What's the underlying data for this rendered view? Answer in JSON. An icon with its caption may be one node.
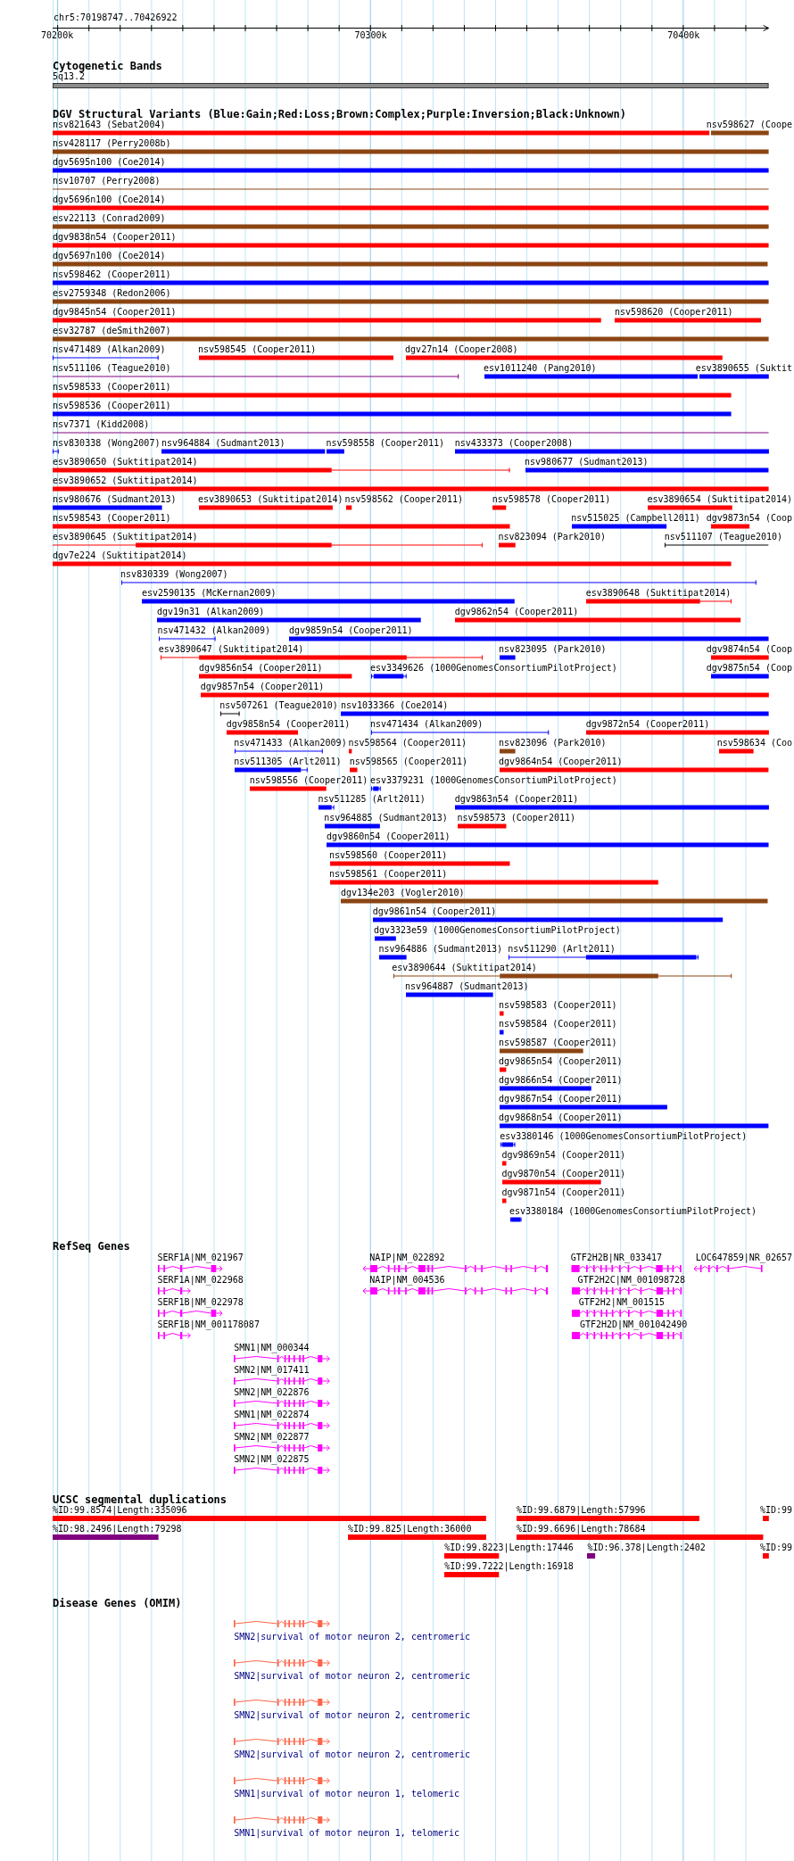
{
  "diagram": {
    "title": "chr5:70198747..70426922",
    "nodes": [
      {
        "text": [
          "5q13.2"
        ]
      },
      {
        "text": [
          "nsv821643 (Sebat2004)"
        ]
      },
      {
        "text": [
          "nsv598627 (Coope"
        ]
      },
      {
        "text": [
          "nsv428117 (Perry2008b)"
        ]
      },
      {
        "text": [
          "dgv5695n100 (Coe2014)"
        ]
      },
      {
        "text": [
          "nsv10707 (Perry2008)"
        ]
      },
      {
        "text": [
          "dgv5696n100 (Coe2014)"
        ]
      },
      {
        "text": [
          "esv22113 (Conrad2009)"
        ]
      },
      {
        "text": [
          "dgv9838n54 (Cooper2011)"
        ]
      },
      {
        "text": [
          "dgv5697n100 (Coe2014)"
        ]
      },
      {
        "text": [
          "nsv598462 (Cooper2011)"
        ]
      },
      {
        "text": [
          "esv2759348 (Redon2006)"
        ]
      },
      {
        "text": [
          "dgv9845n54 (Cooper2011)"
        ]
      },
      {
        "text": [
          "nsv598620 (Cooper2011)"
        ]
      },
      {
        "text": [
          "esv32787 (deSmith2007)"
        ]
      },
      {
        "text": [
          "nsv471489 (Alkan2009)"
        ]
      },
      {
        "text": [
          "nsv598545 (Cooper2011)"
        ]
      },
      {
        "text": [
          "dgv27n14 (Cooper2008)"
        ]
      },
      {
        "text": [
          "nsv511106 (Teague2010)"
        ]
      },
      {
        "text": [
          "esv1011240 (Pang2010)"
        ]
      },
      {
        "text": [
          "esv3890655 (Suktit"
        ]
      },
      {
        "text": [
          "nsv598533 (Cooper2011)"
        ]
      },
      {
        "text": [
          "nsv598536 (Cooper2011)"
        ]
      },
      {
        "text": [
          "nsv7371 (Kidd2008)"
        ]
      },
      {
        "text": [
          "nsv830338 (Wong2007)"
        ]
      },
      {
        "text": [
          "nsv964884 (Sudmant2013)"
        ]
      },
      {
        "text": [
          "nsv598558 (Cooper2011)"
        ]
      },
      {
        "text": [
          "nsv433373 (Cooper2008)"
        ]
      },
      {
        "text": [
          "esv3890650 (Suktitipat2014)"
        ]
      },
      {
        "text": [
          "nsv980677 (Sudmant2013)"
        ]
      },
      {
        "text": [
          "esv3890652 (Suktitipat2014)"
        ]
      },
      {
        "text": [
          "nsv980676 (Sudmant2013)"
        ]
      },
      {
        "text": [
          "esv3890653 (Suktitipat2014)"
        ]
      },
      {
        "text": [
          "nsv598562 (Cooper2011)"
        ]
      },
      {
        "text": [
          "nsv598578 (Cooper2011)"
        ]
      },
      {
        "text": [
          "esv3890654 (Suktitipat2014)"
        ]
      },
      {
        "text": [
          "nsv598543 (Cooper2011)"
        ]
      },
      {
        "text": [
          "nsv515025 (Campbell2011)"
        ]
      },
      {
        "text": [
          "dgv9873n54 (Coop"
        ]
      },
      {
        "text": [
          "esv3890645 (Suktitipat2014)"
        ]
      },
      {
        "text": [
          "nsv823094 (Park2010)"
        ]
      },
      {
        "text": [
          "nsv511107 (Teague2010)"
        ]
      },
      {
        "text": [
          "dgv7e224 (Suktitipat2014)"
        ]
      },
      {
        "text": [
          "nsv830339 (Wong2007)"
        ]
      },
      {
        "text": [
          "esv2590135 (McKernan2009)"
        ]
      },
      {
        "text": [
          "esv3890648 (Suktitipat2014)"
        ]
      },
      {
        "text": [
          "dgv19n31 (Alkan2009)"
        ]
      },
      {
        "text": [
          "dgv9862n54 (Cooper2011)"
        ]
      },
      {
        "text": [
          "nsv471432 (Alkan2009)"
        ]
      },
      {
        "text": [
          "dgv9859n54 (Cooper2011)"
        ]
      },
      {
        "text": [
          "esv3890647 (Suktitipat2014)"
        ]
      },
      {
        "text": [
          "nsv823095 (Park2010)"
        ]
      },
      {
        "text": [
          "dgv9874n54 (Coop"
        ]
      },
      {
        "text": [
          "dgv9856n54 (Cooper2011)"
        ]
      },
      {
        "text": [
          "esv3349626 (1000GenomesConsortiumPilotProject)"
        ]
      },
      {
        "text": [
          "dgv9875n54 (Coop"
        ]
      },
      {
        "text": [
          "dgv9857n54 (Cooper2011)"
        ]
      },
      {
        "text": [
          "nsv507261 (Teague2010)"
        ]
      },
      {
        "text": [
          "nsv1033366 (Coe2014)"
        ]
      },
      {
        "text": [
          "dgv9858n54 (Cooper2011)"
        ]
      },
      {
        "text": [
          "nsv471434 (Alkan2009)"
        ]
      },
      {
        "text": [
          "dgv9872n54 (Cooper2011)"
        ]
      },
      {
        "text": [
          "nsv471433 (Alkan2009)"
        ]
      },
      {
        "text": [
          "nsv598564 (Cooper2011)"
        ]
      },
      {
        "text": [
          "nsv823096 (Park2010)"
        ]
      },
      {
        "text": [
          "nsv598634 (Coo"
        ]
      },
      {
        "text": [
          "nsv511305 (Arlt2011)"
        ]
      },
      {
        "text": [
          "nsv598565 (Cooper2011)"
        ]
      },
      {
        "text": [
          "dgv9864n54 (Cooper2011)"
        ]
      },
      {
        "text": [
          "nsv598556 (Cooper2011)"
        ]
      },
      {
        "text": [
          "esv3379231 (1000GenomesConsortiumPilotProject)"
        ]
      },
      {
        "text": [
          "nsv511285 (Arlt2011)"
        ]
      },
      {
        "text": [
          "dgv9863n54 (Cooper2011)"
        ]
      },
      {
        "text": [
          "nsv964885 (Sudmant2013)"
        ]
      },
      {
        "text": [
          "nsv598573 (Cooper2011)"
        ]
      },
      {
        "text": [
          "dgv9860n54 (Cooper2011)"
        ]
      },
      {
        "text": [
          "nsv598560 (Cooper2011)"
        ]
      },
      {
        "text": [
          "nsv598561 (Cooper2011)"
        ]
      },
      {
        "text": [
          "dgv134e203 (Vogler2010)"
        ]
      },
      {
        "text": [
          "dgv9861n54 (Cooper2011)"
        ]
      },
      {
        "text": [
          "dgv3323e59 (1000GenomesConsortiumPilotProject)"
        ]
      },
      {
        "text": [
          "nsv964886 (Sudmant2013)"
        ]
      },
      {
        "text": [
          "nsv511290 (Arlt2011)"
        ]
      },
      {
        "text": [
          "esv3890644 (Suktitipat2014)"
        ]
      },
      {
        "text": [
          "nsv964887 (Sudmant2013)"
        ]
      },
      {
        "text": [
          "nsv598583 (Cooper2011)"
        ]
      },
      {
        "text": [
          "nsv598584 (Cooper2011)"
        ]
      },
      {
        "text": [
          "nsv598587 (Cooper2011)"
        ]
      },
      {
        "text": [
          "dgv9865n54 (Cooper2011)"
        ]
      },
      {
        "text": [
          "dgv9866n54 (Cooper2011)"
        ]
      },
      {
        "text": [
          "dgv9867n54 (Cooper2011)"
        ]
      },
      {
        "text": [
          "dgv9868n54 (Cooper2011)"
        ]
      },
      {
        "text": [
          "esv3380146 (1000GenomesConsortiumPilotProject)"
        ]
      },
      {
        "text": [
          "dgv9869n54 (Cooper2011)"
        ]
      },
      {
        "text": [
          "dgv9870n54 (Cooper2011)"
        ]
      },
      {
        "text": [
          "dgv9871n54 (Cooper2011)"
        ]
      },
      {
        "text": [
          "esv3380184 (1000GenomesConsortiumPilotProject)"
        ]
      },
      {
        "text": [
          "SERF1A|NM_021967"
        ]
      },
      {
        "text": [
          "NAIP|NM_022892"
        ]
      },
      {
        "text": [
          "GTF2H2B|NR_033417"
        ]
      },
      {
        "text": [
          "LOC647859|NR_02657"
        ]
      },
      {
        "text": [
          "SERF1A|NM_022968"
        ]
      },
      {
        "text": [
          "NAIP|NM_004536"
        ]
      },
      {
        "text": [
          "GTF2H2C|NM_001098728"
        ]
      },
      {
        "text": [
          "SERF1B|NM_022978"
        ]
      },
      {
        "text": [
          "GTF2H2|NM_001515"
        ]
      },
      {
        "text": [
          "SERF1B|NM_001178087"
        ]
      },
      {
        "text": [
          "GTF2H2D|NM_001042490"
        ]
      },
      {
        "text": [
          "SMN1|NM_000344"
        ]
      },
      {
        "text": [
          "SMN2|NM_017411"
        ]
      },
      {
        "text": [
          "SMN2|NM_022876"
        ]
      },
      {
        "text": [
          "SMN1|NM_022874"
        ]
      },
      {
        "text": [
          "SMN2|NM_022877"
        ]
      },
      {
        "text": [
          "SMN2|NM_022875"
        ]
      },
      {
        "text": [
          "%ID:99.8574|Length:335096"
        ]
      },
      {
        "text": [
          "%ID:99.6879|Length:57996"
        ]
      },
      {
        "text": [
          "%ID:99"
        ]
      },
      {
        "text": [
          "%ID:98.2496|Length:79298"
        ]
      },
      {
        "text": [
          "%ID:99.825|Length:36000"
        ]
      },
      {
        "text": [
          "%ID:99.6696|Length:78684"
        ]
      },
      {
        "text": [
          "%ID:99.8223|Length:17446"
        ]
      },
      {
        "text": [
          "%ID:96.378|Length:2402"
        ]
      },
      {
        "text": [
          "%ID:99"
        ]
      },
      {
        "text": [
          "%ID:99.7222|Length:16918"
        ]
      },
      {
        "text": [
          "SMN2|survival of motor neuron 2, centromeric"
        ]
      },
      {
        "text": [
          "SMN2|survival of motor neuron 2, centromeric"
        ]
      },
      {
        "text": [
          "SMN2|survival of motor neuron 2, centromeric"
        ]
      },
      {
        "text": [
          "SMN2|survival of motor neuron 2, centromeric"
        ]
      },
      {
        "text": [
          "SMN1|survival of motor neuron 1, telomeric"
        ]
      },
      {
        "text": [
          "SMN1|survival of motor neuron 1, telomeric"
        ]
      }
    ],
    "labels": [
      "70200k",
      "70300k",
      "70400k",
      "Cytogenetic Bands",
      "DGV Structural Variants (Blue:Gain;Red:Loss;Brown:Complex;Purple:Inversion;Black:Unknown)",
      "RefSeq Genes",
      "UCSC segmental duplications",
      "Disease Genes (OMIM)"
    ]
  }
}
